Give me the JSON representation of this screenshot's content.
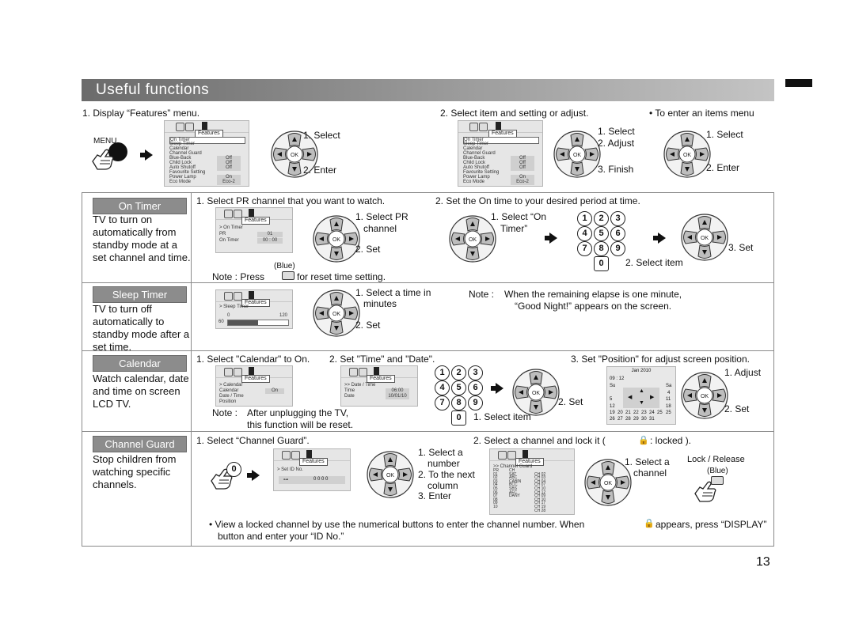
{
  "header": {
    "title": "Useful functions"
  },
  "top": {
    "step1": "1. Display “Features” menu.",
    "menu_key_label": "MENU",
    "step2": "2. Select item and setting or adjust.",
    "enter_items": "• To enter an items menu",
    "select": "1. Select",
    "enter": "2. Enter",
    "adjust": "2. Adjust",
    "finish": "3. Finish",
    "menu": {
      "tab": "Features",
      "items": [
        "On Timer",
        "Sleep Timer",
        "Calendar",
        "Channel Guard",
        "Blue-Back",
        "Child Lock",
        "Auto Shutoff",
        "Favourite Setting",
        "Power Lamp",
        "Eco Mode"
      ],
      "values": [
        "",
        "",
        "",
        "",
        "Off",
        "Off",
        "Off",
        "",
        "On",
        "Eco-2"
      ]
    }
  },
  "on_timer": {
    "badge": "On Timer",
    "desc": "TV to turn on automatically from standby mode at a set channel and time.",
    "step1": "1. Select PR channel that you want to watch.",
    "step2": "2. Set the On time to your desired period at time.",
    "select_pr": "1. Select PR",
    "channel": "channel",
    "set": "2. Set",
    "select_on": "1. Select “On",
    "timer": "Timer”",
    "select_item": "2. Select item",
    "set3": "3. Set",
    "note_prefix": "Note : Press",
    "blue": "(Blue)",
    "note_suffix": "for reset time setting.",
    "menu": {
      "tab": "Features",
      "title": "> On Timer",
      "rows": [
        "PR",
        "On Timer"
      ],
      "vals": [
        "01",
        "00 : 00"
      ]
    }
  },
  "sleep_timer": {
    "badge": "Sleep Timer",
    "desc": "TV to turn off automatically to standby mode after a set time.",
    "select_time": "1. Select a time in",
    "minutes": "minutes",
    "set": "2. Set",
    "note_label": "Note :",
    "note_line1": "When the remaining elapse is one minute,",
    "note_line2": "“Good Night!” appears on the screen.",
    "menu": {
      "tab": "Features",
      "title": "> Sleep Timer",
      "scale_min": "0",
      "scale_max": "120",
      "value": "60"
    }
  },
  "calendar": {
    "badge": "Calendar",
    "desc": "Watch calendar, date and time on screen LCD TV.",
    "step1": "1. Select \"Calendar\" to On.",
    "step2": "2. Set \"Time\" and \"Date\".",
    "step3": "3. Set \"Position\" for adjust screen position.",
    "set": "2. Set",
    "select_item": "1. Select item",
    "adjust": "1. Adjust",
    "set2": "2. Set",
    "note_label": "Note :",
    "note_line1": "After unplugging the TV,",
    "note_line2": "this function will be reset.",
    "menu1": {
      "tab": "Features",
      "title": "> Calendar",
      "rows": [
        "Calendar",
        "Date / Time",
        "Position"
      ],
      "vals": [
        "On",
        "",
        ""
      ]
    },
    "menu2": {
      "tab": "Features",
      "title": ">> Date / Time",
      "rows": [
        "Time",
        "Date"
      ],
      "vals": [
        "06:00",
        "10/01/10"
      ]
    },
    "cal": {
      "month": "Jan 2010",
      "time": "09 : 12",
      "su": "Su",
      "sa": "Sa",
      "row_a": "5",
      "row_b": "12",
      "right_a": "4",
      "right_b": "11",
      "right_c": "18",
      "right_d": "25",
      "week4": "19  20  21  22  23  24  25",
      "week5": "26  27  28  29  30  31"
    }
  },
  "channel_guard": {
    "badge": "Channel Guard",
    "desc": "Stop children from watching specific channels.",
    "step1": "1. Select “Channel Guard”.",
    "step2": "2. Select a channel and lock it (",
    "locked": ": locked ).",
    "select_num": "1. Select a",
    "number": "number",
    "next": "2. To the next",
    "column": "column",
    "enter": "3. Enter",
    "select_ch": "1. Select a",
    "channel": "channel",
    "lock_release": "Lock / Release",
    "blue": "(Blue)",
    "key0": "0",
    "menu": {
      "tab": "Features",
      "title": "> Set ID No.",
      "value": "0 0 0 0"
    },
    "guard": {
      "tab": "Features",
      "title": ">> Channel Guard",
      "rows": [
        [
          "PR",
          "CH"
        ],
        [
          "01",
          "SAT",
          "CH 02"
        ],
        [
          "02",
          "ABC",
          "CH 03"
        ],
        [
          "03",
          "CABIN",
          "CH 04"
        ],
        [
          "04",
          "BCC",
          "CH 07"
        ],
        [
          "05",
          "SBS",
          "CH 10"
        ],
        [
          "06",
          "AFC",
          "CH 12"
        ],
        [
          "07",
          "DANY",
          "CH 09"
        ],
        [
          "08",
          "",
          "CH 10"
        ],
        [
          "09",
          "",
          "CH 17"
        ],
        [
          "10",
          "",
          "CH 19"
        ],
        [
          "",
          "",
          "CH 28"
        ]
      ]
    }
  },
  "bottom_note": "•  View a locked channel by use the numerical buttons to enter the channel number. When",
  "bottom_note2": "appears, press “DISPLAY”",
  "bottom_note3": "button and enter your “ID No.”",
  "page_number": "13",
  "ok_label": "OK",
  "digits": [
    "1",
    "2",
    "3",
    "4",
    "5",
    "6",
    "7",
    "8",
    "9",
    "0"
  ]
}
